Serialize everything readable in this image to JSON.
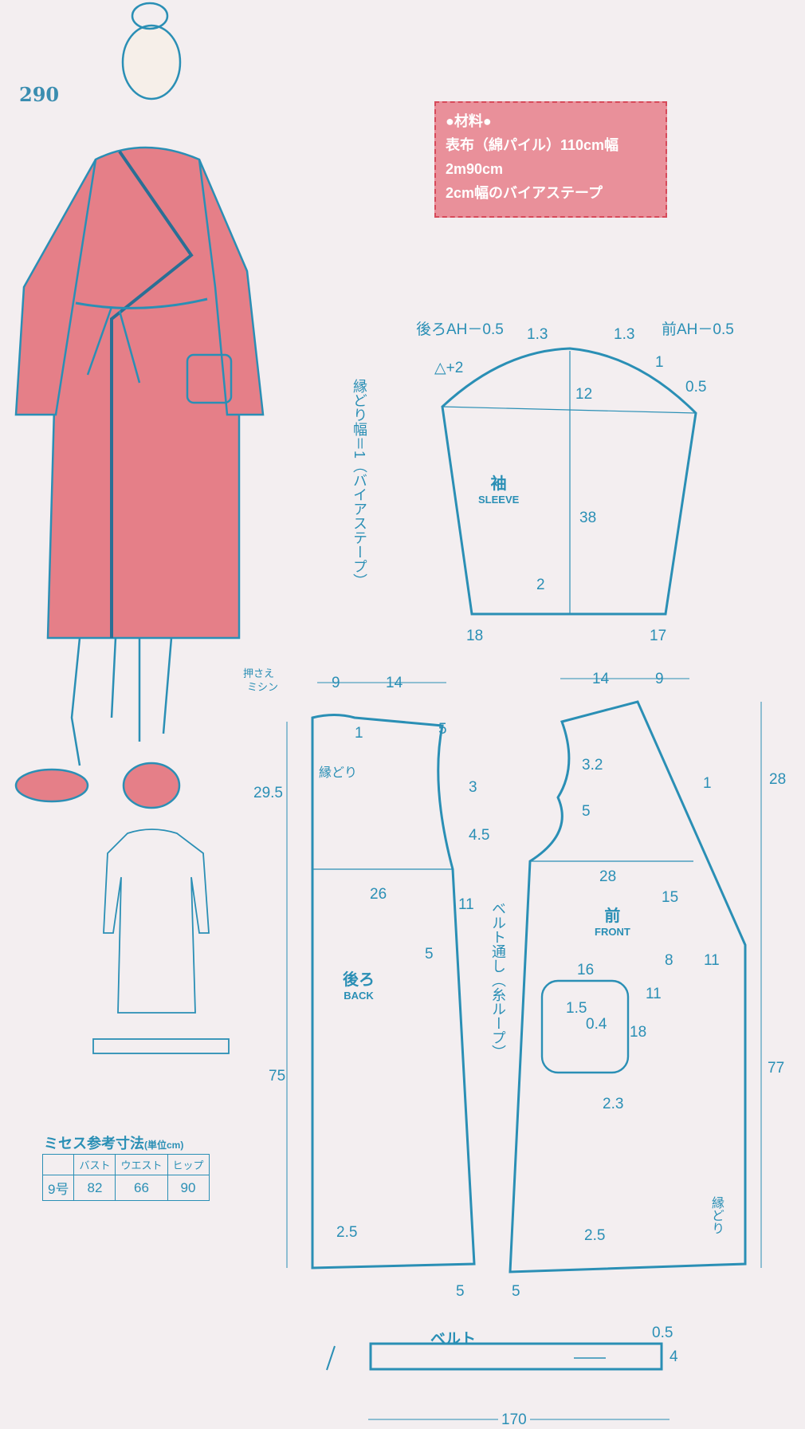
{
  "page_number": "290",
  "materials": {
    "title": "●材料●",
    "lines": [
      "表布（綿パイル）110cm幅",
      "2m90cm",
      "2cm幅のバイアステープ"
    ]
  },
  "notes": {
    "binding_width": "縁どり幅＝1（バイアステープ）",
    "stitch": [
      "押さえ",
      "ミシン"
    ],
    "belt_loop": "ベルト通し（糸ループ）",
    "binding": "縁どり"
  },
  "sleeve": {
    "name_jp": "袖",
    "name_en": "SLEEVE",
    "labels": [
      "後ろAH－0.5",
      "1.3",
      "1.3",
      "前AH－0.5",
      "△+2",
      "1",
      "12",
      "0.5",
      "38",
      "2",
      "18",
      "17"
    ]
  },
  "back": {
    "name_jp": "後ろ",
    "name_en": "BACK",
    "labels": [
      "9",
      "14",
      "1",
      "5",
      "29.5",
      "3",
      "4.5",
      "26",
      "11",
      "5",
      "75",
      "2.5",
      "5"
    ]
  },
  "front": {
    "name_jp": "前",
    "name_en": "FRONT",
    "labels": [
      "14",
      "9",
      "28",
      "3.2",
      "1",
      "5",
      "28",
      "15",
      "8",
      "11",
      "16",
      "11",
      "1.5",
      "0.4",
      "18",
      "2.3",
      "77",
      "2.5",
      "5"
    ]
  },
  "belt": {
    "name": "ベルト",
    "labels": [
      "0.5",
      "4",
      "170"
    ]
  },
  "sizes": {
    "title": "ミセス参考寸法",
    "unit": "(単位cm)",
    "headers": [
      "",
      "バスト",
      "ウエスト",
      "ヒップ"
    ],
    "row": [
      "9号",
      "82",
      "66",
      "90"
    ]
  },
  "colors": {
    "ink": "#2a8fb5",
    "pink": "#e9909a",
    "paper": "#f3eef0"
  }
}
